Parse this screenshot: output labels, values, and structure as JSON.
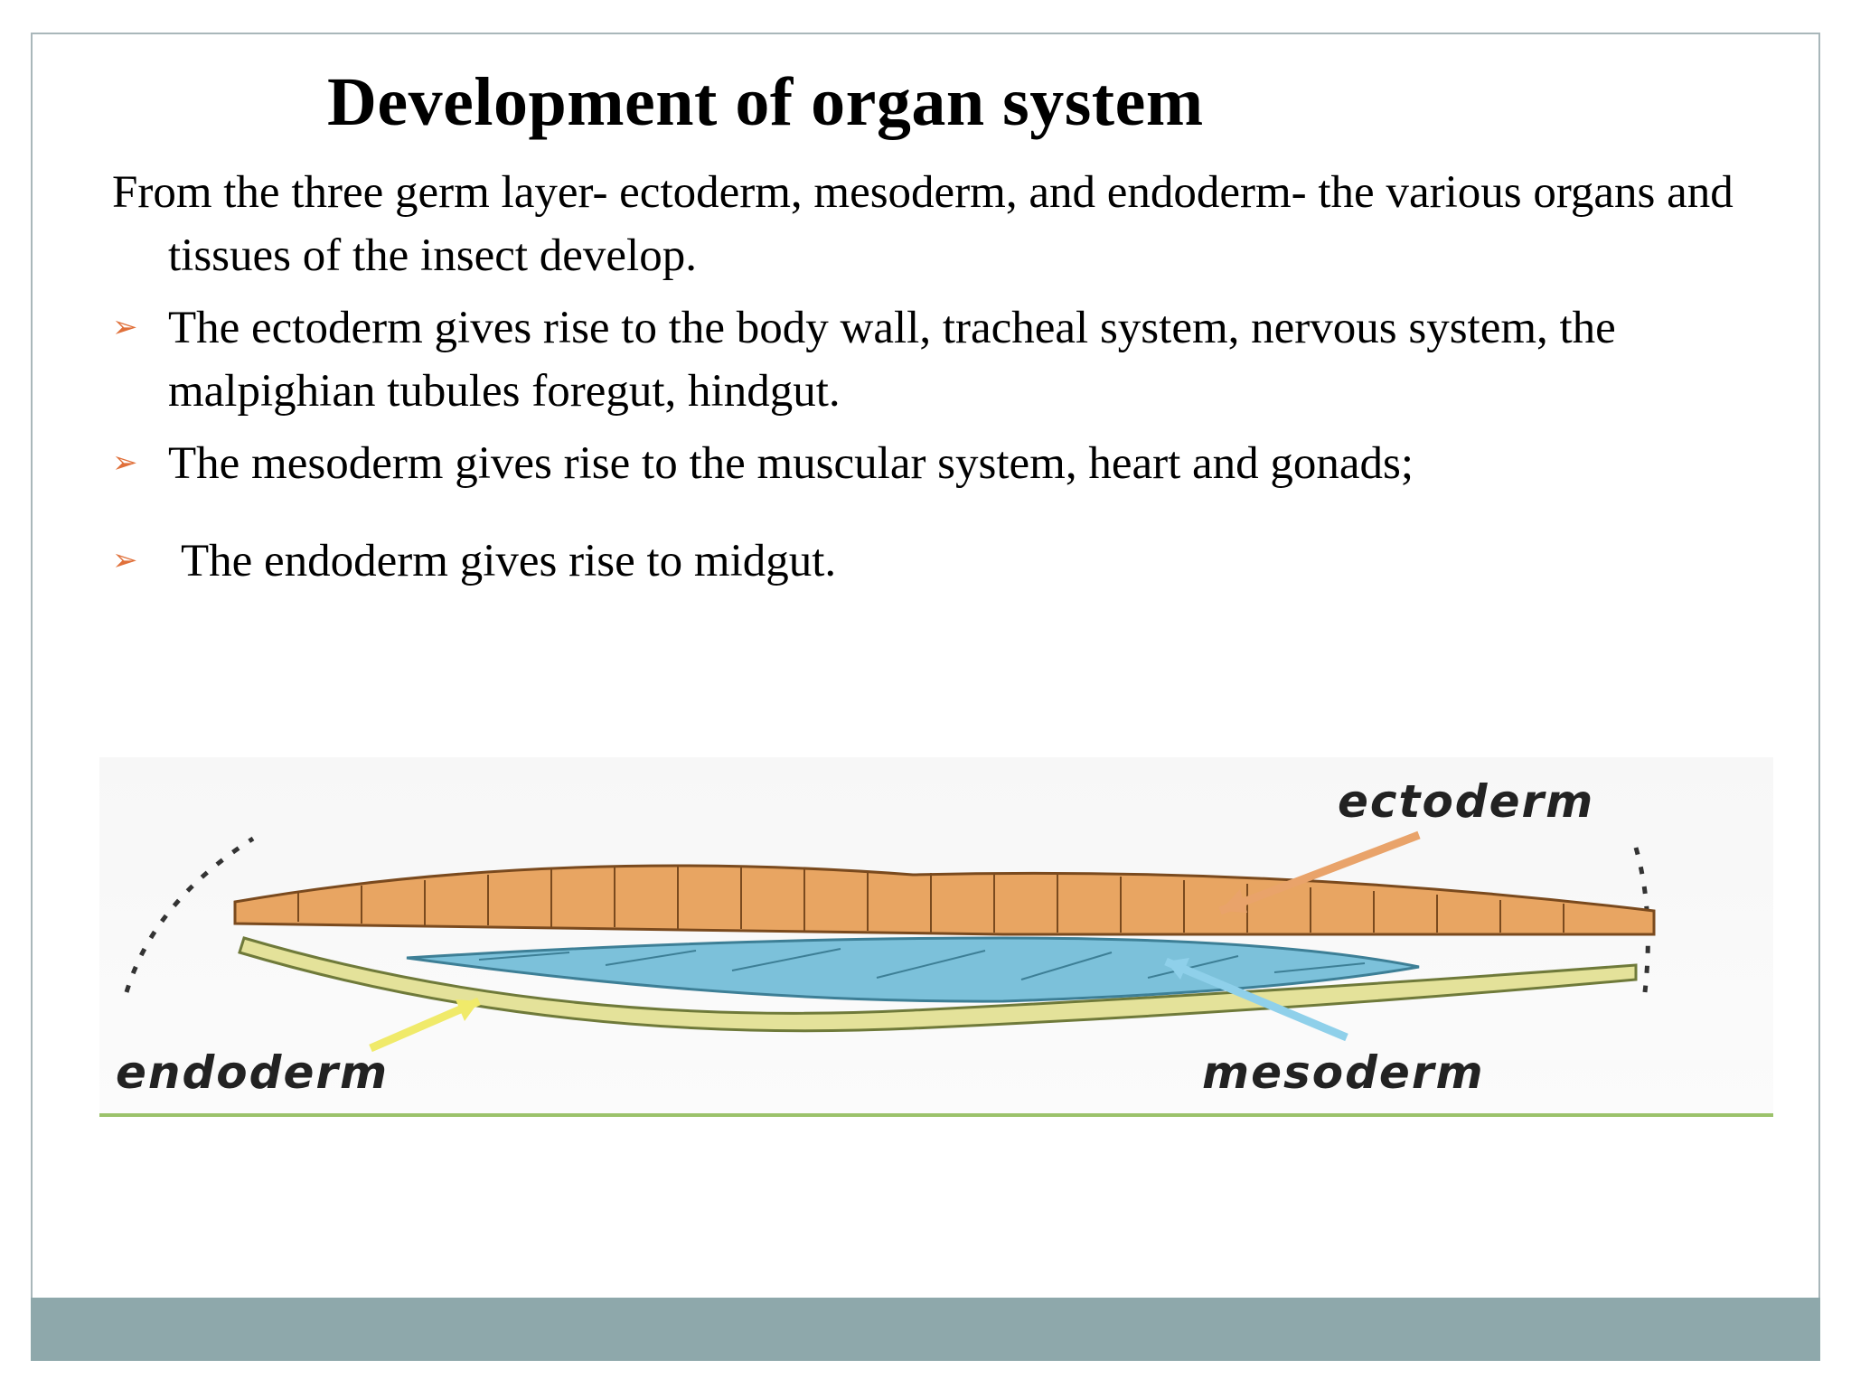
{
  "slide": {
    "title": "Development of organ system",
    "intro": "From the three germ layer- ectoderm, mesoderm, and endoderm- the various organs and tissues of the insect develop.",
    "bullets": [
      {
        "icon": "arrow-bullet-icon",
        "text": "The ectoderm gives rise to the body wall, tracheal system, nervous system, the malpighian tubules foregut, hindgut."
      },
      {
        "icon": "arrow-bullet-icon",
        "text": "The mesoderm gives rise to the muscular system, heart and gonads;"
      },
      {
        "icon": "arrow-bullet-icon",
        "text": "The endoderm gives rise to midgut."
      }
    ],
    "bullet_glyph": "➢",
    "bullet_color": "#e0703a"
  },
  "figure": {
    "labels": {
      "ectoderm": "ectoderm",
      "endoderm": "endoderm",
      "mesoderm": "mesoderm"
    },
    "colors": {
      "ectoderm": "#e8a562",
      "mesoderm": "#7cc1da",
      "endoderm": "#e4e29a",
      "ectoderm_arrow": "#e9a36a",
      "mesoderm_arrow": "#8fd0ea",
      "endoderm_arrow": "#f0ea6a"
    }
  },
  "theme": {
    "footer_color": "#8ea8ab",
    "frame_color": "#a9b7ba"
  }
}
